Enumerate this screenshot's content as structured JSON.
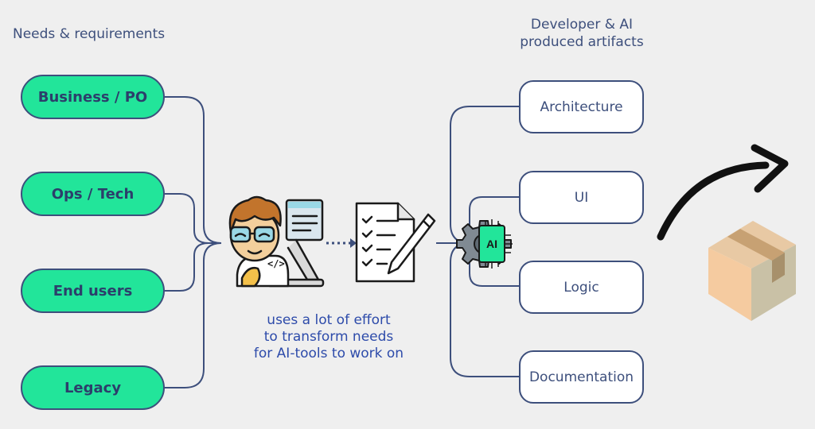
{
  "headings": {
    "needs": "Needs & requirements",
    "artifacts_line1": "Developer & AI",
    "artifacts_line2": "produced artifacts"
  },
  "needs": [
    "Business / PO",
    "Ops / Tech",
    "End users",
    "Legacy"
  ],
  "artifacts": [
    "Architecture",
    "UI",
    "Logic",
    "Documentation"
  ],
  "caption": {
    "line1": "uses a lot of effort",
    "line2": "to transform needs",
    "line3": "for AI-tools to work on"
  },
  "ai_chip_label": "AI",
  "icons": {
    "developer": "developer-at-computer-icon",
    "document": "checklist-document-pen-icon",
    "ai_gear": "ai-gear-icon",
    "arrow": "curved-arrow-icon",
    "package": "package-box-icon"
  },
  "colors": {
    "background": "#efefef",
    "pill_fill": "#22e59a",
    "line": "#3d4f7c",
    "caption": "#2d4baa",
    "box_fill": "#ffffff"
  }
}
